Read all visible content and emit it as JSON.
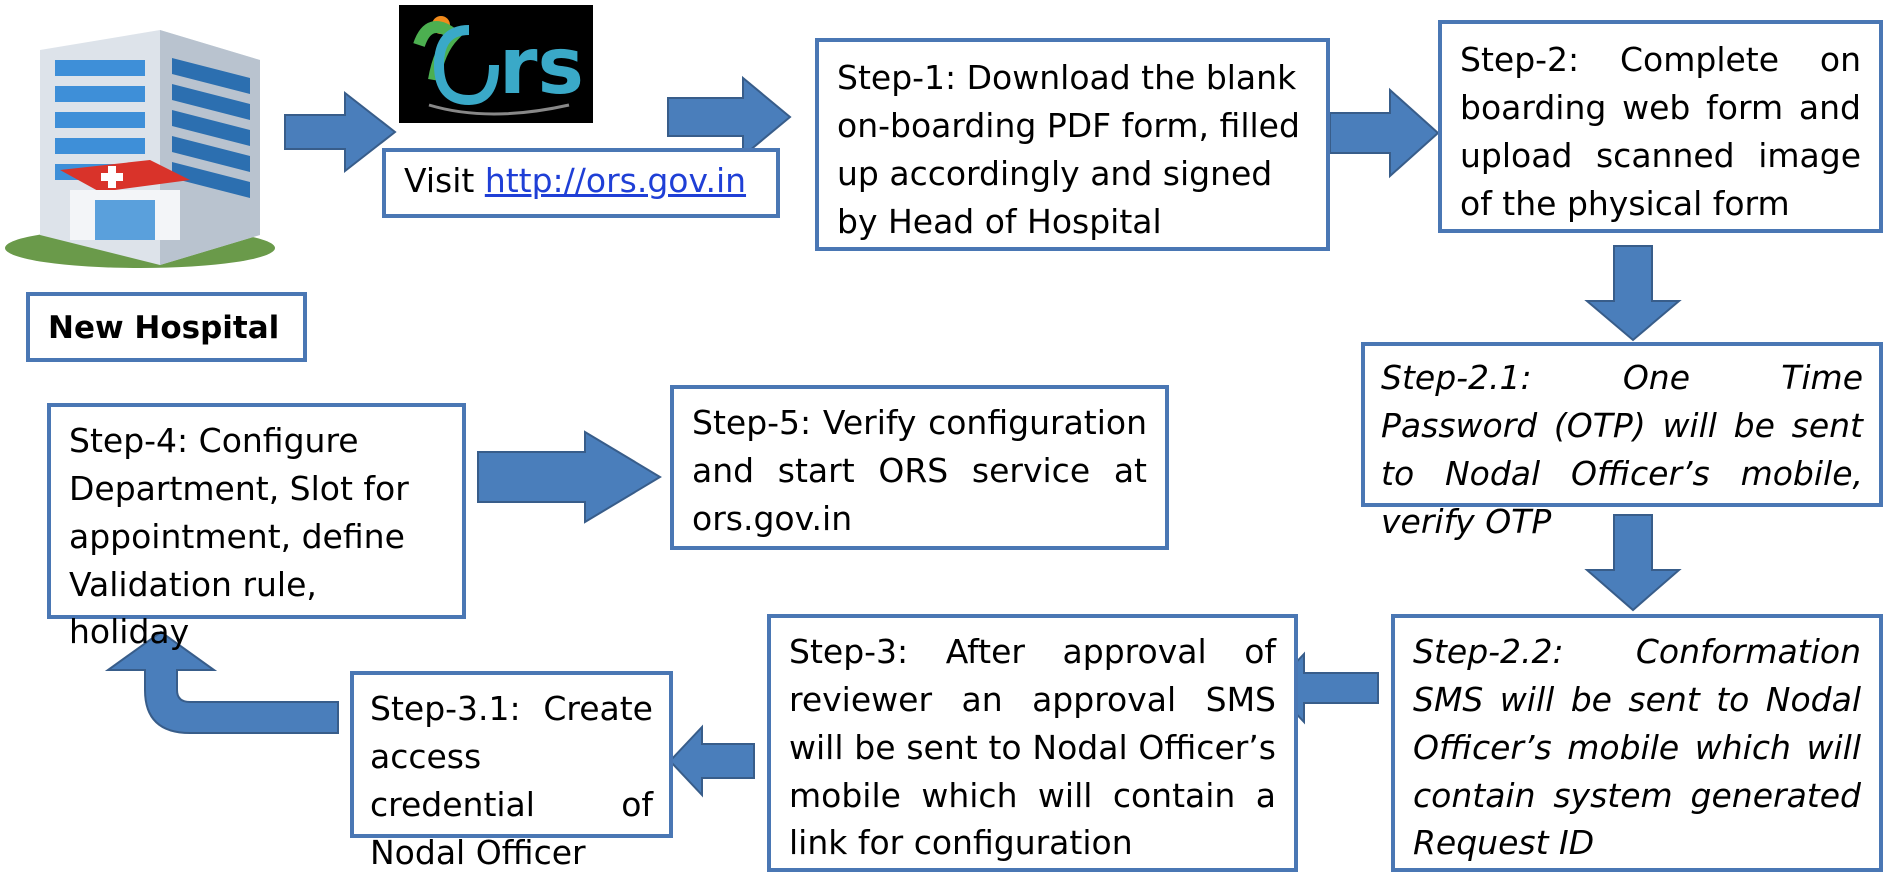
{
  "logo": {
    "text": "rs",
    "icon": "ors-logo"
  },
  "hospital_icon": "hospital-building-icon",
  "visit": {
    "prefix": "Visit ",
    "link": "http://ors.gov.in"
  },
  "new_hospital": "New Hospital",
  "steps": {
    "step1": "Step-1: Download the blank on-boarding PDF form, filled up accordingly and signed by Head of Hospital",
    "step2": "Step-2: Complete on boarding web form and upload scanned image of the physical form",
    "step2_1": "Step-2.1: One Time Password (OTP) will be sent to Nodal Officer’s mobile, verify OTP",
    "step2_2": "Step-2.2: Conformation SMS will be sent to Nodal Officer’s mobile which will contain system generated Request ID",
    "step3": "Step-3: After approval of reviewer an approval SMS will be sent to Nodal Officer’s mobile which will contain a link for configuration",
    "step3_1": "Step-3.1: Create access credential of Nodal Officer",
    "step4": "Step-4: Configure Department, Slot for appointment, define Validation rule, holiday",
    "step5": "Step-5: Verify configuration and start ORS service at ors.gov.in"
  },
  "colors": {
    "arrow": "#4a7ebb",
    "arrow_stroke": "#385d8a",
    "border": "#4a77b4"
  }
}
